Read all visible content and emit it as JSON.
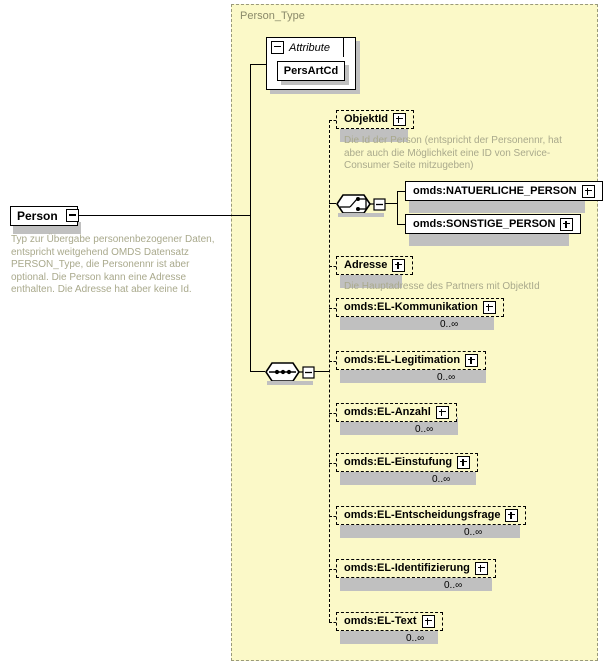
{
  "diagram": {
    "kind": "xml-schema-element-diagram",
    "root": {
      "name": "Person",
      "documentation": "Typ zur Übergabe personenbezogener Daten, entspricht weitgehend OMDS Datensatz PERSON_Type, die Personennr ist aber optional. Die Person kann eine Adresse enthalten. Die Adresse hat aber keine Id.",
      "expander": "minus"
    },
    "type_container": {
      "title": "Person_Type"
    },
    "attribute_group": {
      "label": "Attribute",
      "expander": "minus",
      "attributes": [
        {
          "name": "PersArtCd"
        }
      ]
    },
    "compositors": {
      "sequence": {
        "symbol": "sequence-compositor",
        "expander": "minus"
      },
      "choice": {
        "symbol": "choice-compositor",
        "expander": "minus"
      }
    },
    "children": [
      {
        "name": "ObjektId",
        "style": "optional",
        "expander": "plus",
        "occurrence": "",
        "documentation": "Die Id der Person (entspricht der Personennr, hat aber auch die Möglichkeit eine ID von Service-Consumer Seite mitzugeben)"
      },
      {
        "name": "omds:NATUERLICHE_PERSON",
        "style": "required",
        "expander": "plus",
        "occurrence": "",
        "documentation": ""
      },
      {
        "name": "omds:SONSTIGE_PERSON",
        "style": "required",
        "expander": "plus",
        "occurrence": "",
        "documentation": ""
      },
      {
        "name": "Adresse",
        "style": "optional",
        "expander": "plus",
        "occurrence": "",
        "documentation": "Die Hauptadresse des Partners mit ObjektId"
      },
      {
        "name": "omds:EL-Kommunikation",
        "style": "optional",
        "expander": "plus",
        "occurrence": "0..∞",
        "documentation": ""
      },
      {
        "name": "omds:EL-Legitimation",
        "style": "optional",
        "expander": "plus",
        "occurrence": "0..∞",
        "documentation": ""
      },
      {
        "name": "omds:EL-Anzahl",
        "style": "optional",
        "expander": "plus",
        "occurrence": "0..∞",
        "documentation": ""
      },
      {
        "name": "omds:EL-Einstufung",
        "style": "optional",
        "expander": "plus",
        "occurrence": "0..∞",
        "documentation": ""
      },
      {
        "name": "omds:EL-Entscheidungsfrage",
        "style": "optional",
        "expander": "plus",
        "occurrence": "0..∞",
        "documentation": ""
      },
      {
        "name": "omds:EL-Identifizierung",
        "style": "optional",
        "expander": "plus",
        "occurrence": "0..∞",
        "documentation": ""
      },
      {
        "name": "omds:EL-Text",
        "style": "optional",
        "expander": "plus",
        "occurrence": "0..∞",
        "documentation": ""
      }
    ],
    "colors": {
      "container_fill": "#fbf9c8",
      "container_border": "#9a9a7a",
      "node_fill": "#ffffff",
      "doc_text": "#a9a98c",
      "line": "#000000",
      "shadow": "#c0c0c0"
    }
  }
}
